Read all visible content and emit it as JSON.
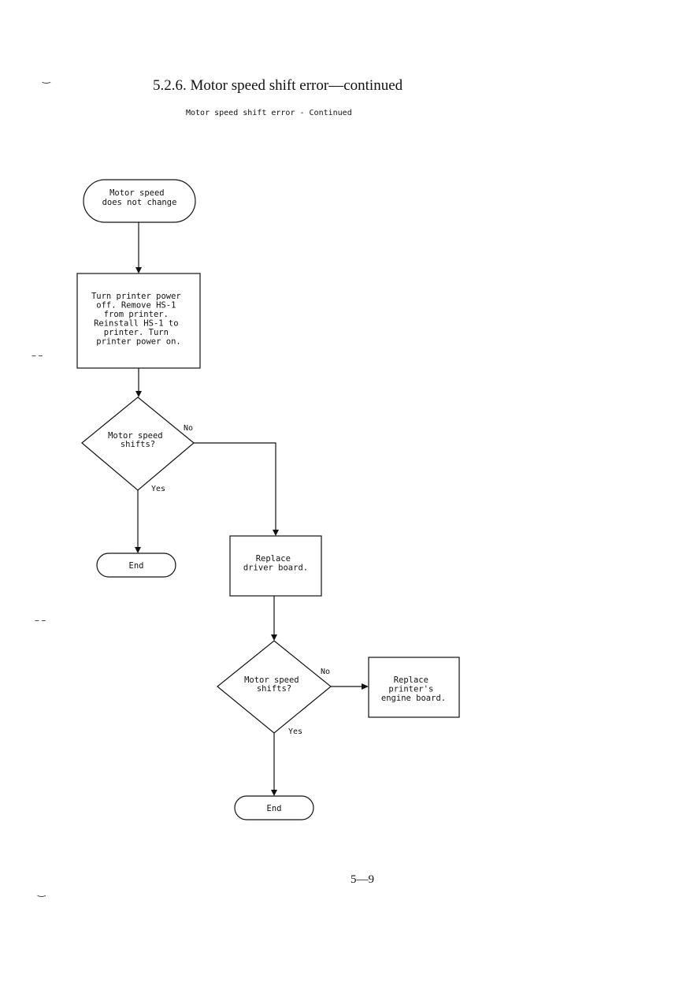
{
  "heading": "5.2.6.  Motor speed shift error—continued",
  "subheading": "Motor speed shift error - Continued",
  "page_number": "5—9",
  "flowchart": {
    "start": {
      "lines": [
        "Motor speed",
        "does not change"
      ]
    },
    "step1": {
      "lines": [
        "Turn printer power",
        "off. Remove HS-1",
        "from printer.",
        "Reinstall HS-1 to",
        "printer. Turn",
        "printer power on."
      ]
    },
    "decision1": {
      "lines": [
        "Motor speed",
        "shifts?"
      ],
      "yes_label": "Yes",
      "no_label": "No"
    },
    "end1": {
      "label": "End"
    },
    "step2": {
      "lines": [
        "Replace",
        "driver board."
      ]
    },
    "decision2": {
      "lines": [
        "Motor speed",
        "shifts?"
      ],
      "yes_label": "Yes",
      "no_label": "No"
    },
    "step3": {
      "lines": [
        "Replace",
        "printer's",
        "engine board."
      ]
    },
    "end2": {
      "label": "End"
    }
  }
}
